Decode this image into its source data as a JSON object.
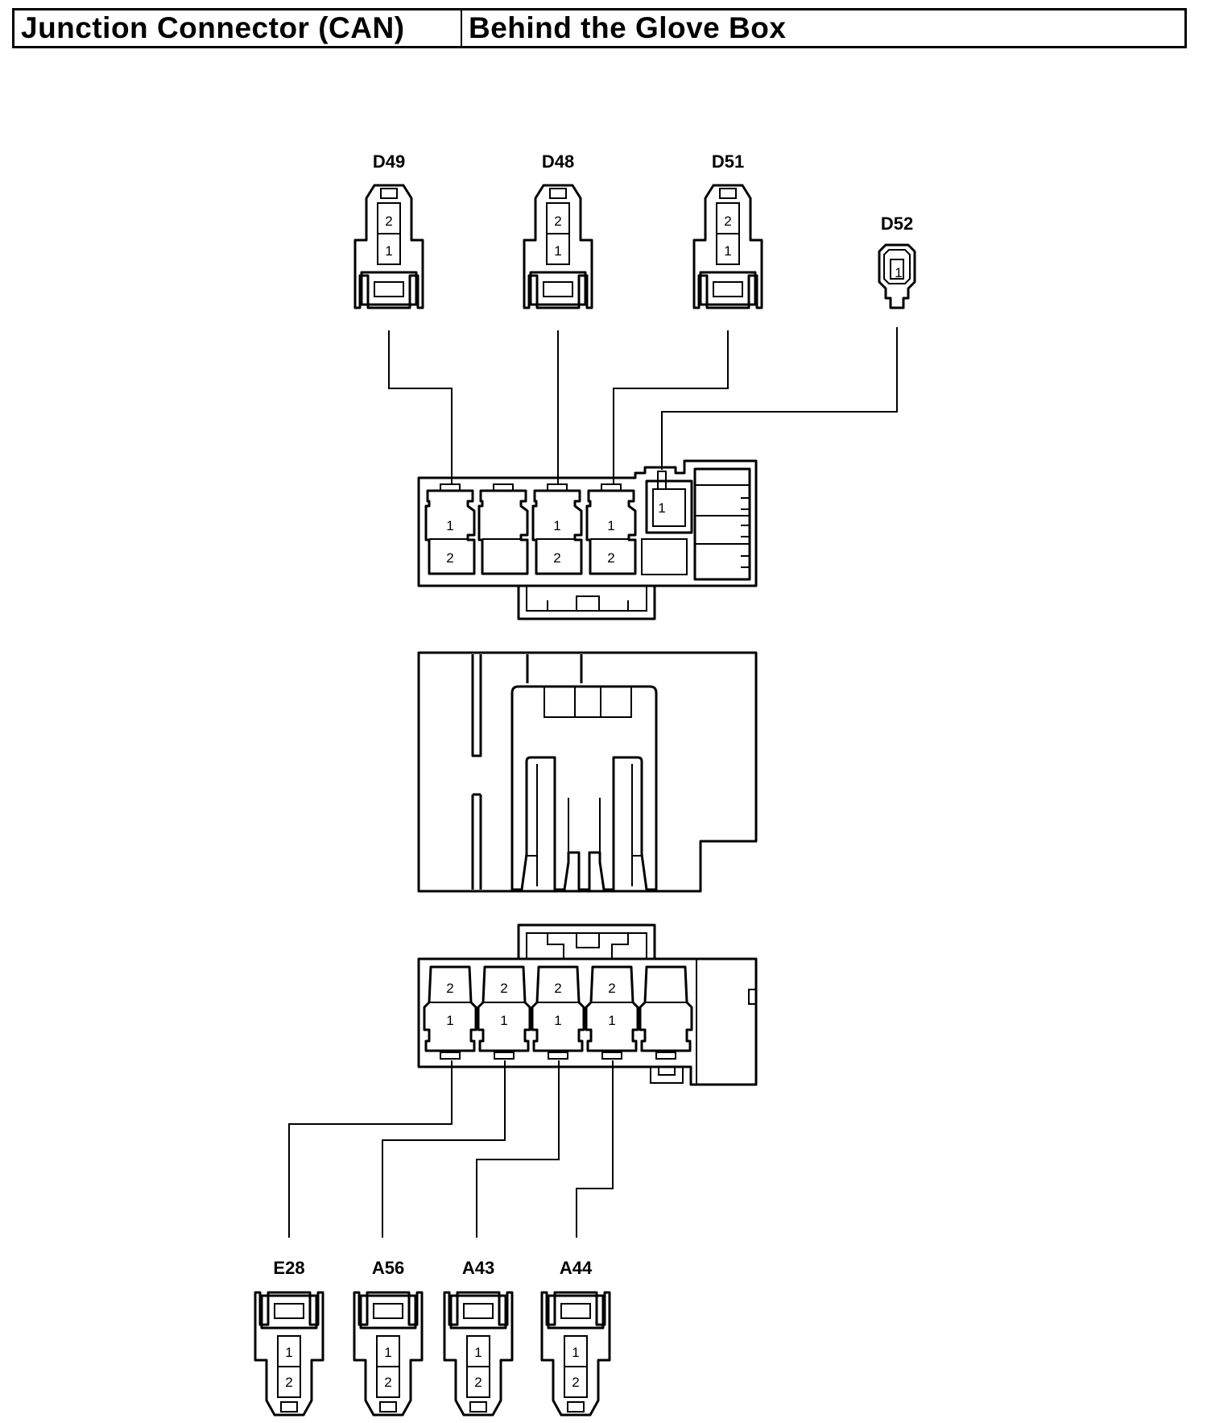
{
  "header": {
    "name": "Junction Connector (CAN)",
    "location": "Behind the Glove Box"
  },
  "connectors": {
    "top": [
      {
        "id": "D49",
        "pins": [
          "2",
          "1"
        ]
      },
      {
        "id": "D48",
        "pins": [
          "2",
          "1"
        ]
      },
      {
        "id": "D51",
        "pins": [
          "2",
          "1"
        ]
      },
      {
        "id": "D52",
        "pins": [
          "1"
        ]
      }
    ],
    "bottom": [
      {
        "id": "E28",
        "pins": [
          "1",
          "2"
        ]
      },
      {
        "id": "A56",
        "pins": [
          "1",
          "2"
        ]
      },
      {
        "id": "A43",
        "pins": [
          "1",
          "2"
        ]
      },
      {
        "id": "A44",
        "pins": [
          "1",
          "2"
        ]
      }
    ]
  },
  "junction_top": {
    "cavities": [
      {
        "pins": [
          "1",
          "2"
        ]
      },
      {
        "pins": []
      },
      {
        "pins": [
          "1",
          "2"
        ]
      },
      {
        "pins": [
          "1",
          "2"
        ]
      }
    ],
    "single_pin": "1"
  },
  "junction_bottom": {
    "cavities": [
      {
        "pins": [
          "2",
          "1"
        ]
      },
      {
        "pins": [
          "2",
          "1"
        ]
      },
      {
        "pins": [
          "2",
          "1"
        ]
      },
      {
        "pins": [
          "2",
          "1"
        ]
      },
      {
        "pins": []
      }
    ]
  }
}
